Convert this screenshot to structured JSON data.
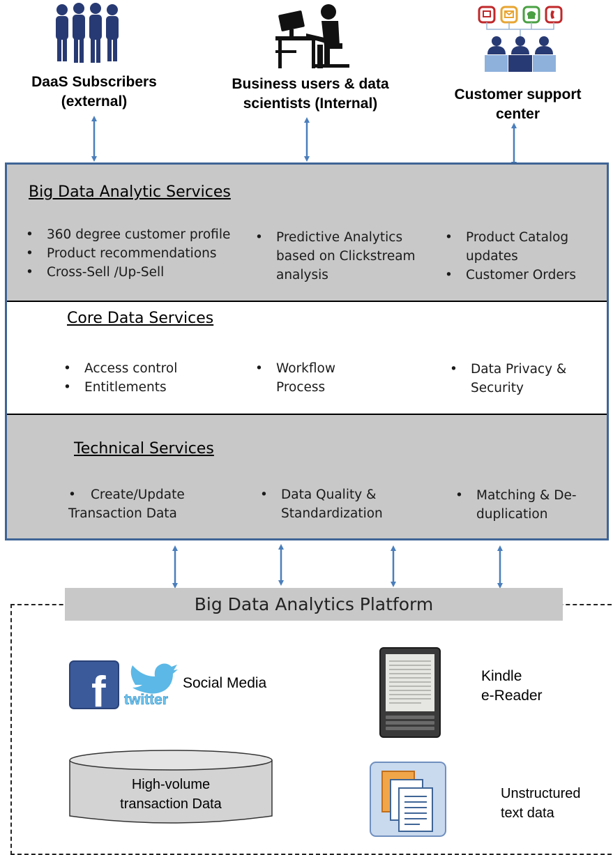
{
  "actors": {
    "daas": {
      "line1": "DaaS Subscribers",
      "line2": "(external)"
    },
    "business": {
      "line1": "Business users  & data",
      "line2": "scientists (Internal)"
    },
    "support": {
      "line1": "Customer support",
      "line2": "center"
    }
  },
  "big_data_analytic_services": {
    "title": "Big Data Analytic Services",
    "col1": [
      "360 degree customer profile",
      "Product recommendations",
      "Cross-Sell /Up-Sell"
    ],
    "col2": {
      "item": "Predictive Analytics",
      "cont1": "based on  Clickstream",
      "cont2": "analysis"
    },
    "col3": {
      "item1": "Product Catalog",
      "item1_cont": "updates",
      "item2": "Customer Orders"
    }
  },
  "core_data_services": {
    "title": "Core  Data Services",
    "col1": [
      "Access control",
      "Entitlements"
    ],
    "col2": {
      "item": "Workflow",
      "cont": "Process"
    },
    "col3": {
      "item": "Data Privacy &",
      "cont": "Security"
    }
  },
  "technical_services": {
    "title": "Technical Services",
    "col1": {
      "item": "Create/Update",
      "cont": "Transaction Data"
    },
    "col2": {
      "item": "Data  Quality &",
      "cont": "Standardization"
    },
    "col3": {
      "item": "Matching  & De-",
      "cont": "duplication"
    }
  },
  "platform": {
    "title": "Big Data Analytics Platform",
    "social_media": "Social Media",
    "kindle": {
      "line1": "Kindle",
      "line2": "e-Reader"
    },
    "transaction": {
      "line1": "High-volume",
      "line2": "transaction Data"
    },
    "unstructured": {
      "line1": "Unstructured",
      "line2": "text data"
    },
    "twitter_logo_text": "twitter",
    "facebook_logo_text": "f"
  },
  "colors": {
    "box_border": "#3f6596",
    "arrow": "#4a7ebb",
    "band_gray": "#c8c8c8",
    "icon_navy": "#283a73"
  }
}
